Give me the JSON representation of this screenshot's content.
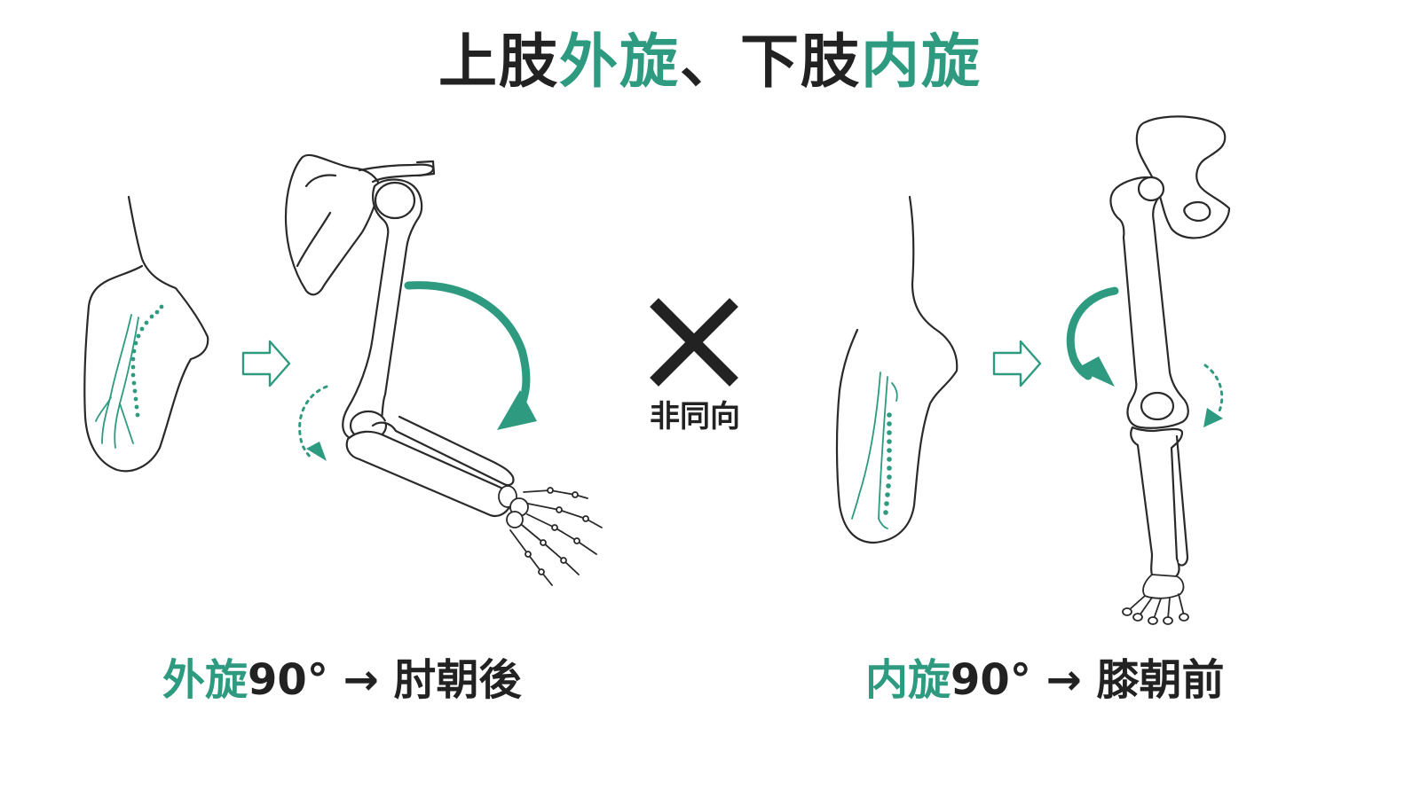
{
  "title": {
    "part1": "上肢",
    "part2": "外旋",
    "part3": "、下肢",
    "part4": "内旋"
  },
  "center": {
    "label": "非同向",
    "cross_icon": "cross-x-icon"
  },
  "left_caption": {
    "term": "外旋",
    "degrees": "90°",
    "arrow": "→",
    "result": "肘朝後"
  },
  "right_caption": {
    "term": "内旋",
    "degrees": "90°",
    "arrow": "→",
    "result": "膝朝前"
  },
  "colors": {
    "accent": "#2e9a80",
    "dark": "#222222",
    "line": "#2a2a2a",
    "background": "#ffffff"
  },
  "icons": {
    "arrow_outline": "hollow-right-arrow-icon",
    "rotation_arrow": "curved-rotation-arrow-icon",
    "dotted_arrow": "dotted-curved-arrow-icon"
  }
}
